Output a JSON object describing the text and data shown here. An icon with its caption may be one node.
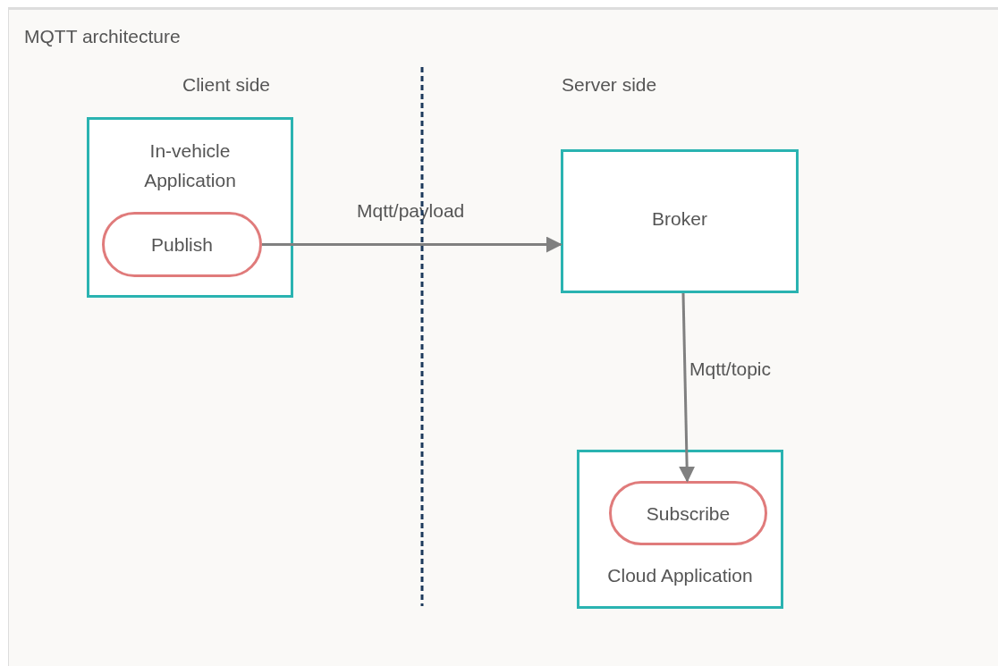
{
  "diagram": {
    "title": "MQTT architecture",
    "nodes": [
      {
        "text": [
          "In-vehicle Application"
        ]
      },
      {
        "text": [
          "Publish"
        ],
        "in": 0
      },
      {
        "text": [
          "Broker"
        ]
      },
      {
        "text": [
          "Cloud Application"
        ]
      },
      {
        "text": [
          "Subscribe"
        ],
        "in": 3
      }
    ],
    "edges": [
      {
        "from": 1,
        "to": 2,
        "arrow": "to",
        "label": "Mqtt/payload"
      },
      {
        "from": 2,
        "to": 4,
        "arrow": "to",
        "label": "Mqtt/topic"
      }
    ],
    "labels": [
      "Client side",
      "Server side"
    ]
  }
}
